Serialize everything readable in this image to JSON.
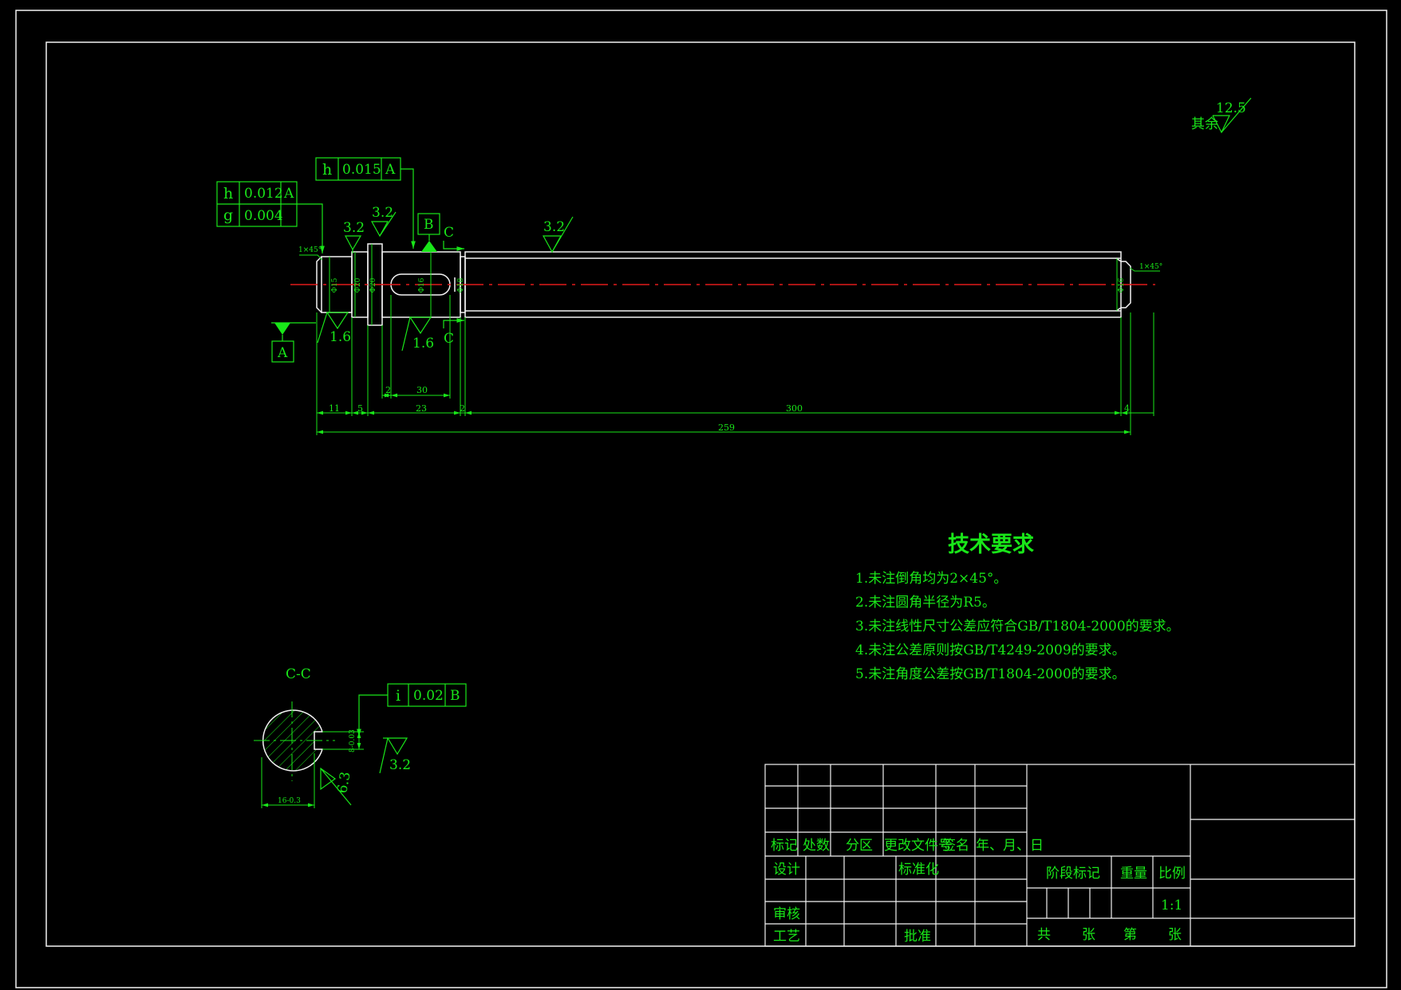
{
  "colors": {
    "lines": "#19e619",
    "outline": "#f2f2f2",
    "centerline": "#e11a1a",
    "background": "#000000"
  },
  "roughness": {
    "general_label": "其余",
    "general_value": "12.5",
    "top_left_a": "3.2",
    "top_left_b": "3.2",
    "main_shaft": "3.2",
    "bottom_left": "1.6",
    "bottom_mid": "1.6",
    "section_right": "3.2",
    "section_bottom": "6.3"
  },
  "tolerance_frames": {
    "frame1_row1_symbol": "h",
    "frame1_row1_value": "0.012",
    "frame1_row1_datum": "A",
    "frame1_row2_symbol": "g",
    "frame1_row2_value": "0.004",
    "frame2_symbol": "h",
    "frame2_value": "0.015",
    "frame2_datum": "A",
    "frame3_symbol": "i",
    "frame3_value": "0.02",
    "frame3_datum": "B"
  },
  "datums": {
    "a": "A",
    "b": "B"
  },
  "section_marks": {
    "top": "C",
    "bottom": "C",
    "view_label": "C-C"
  },
  "chamfers": {
    "left": "1×45°",
    "right": "1×45°"
  },
  "diameters": {
    "d1": "Φ15",
    "d2": "Φ20",
    "d3": "Φ20",
    "d4": "Φ16",
    "d5": "Φ18",
    "d6": "Φ16"
  },
  "dimensions": {
    "d11": "11",
    "d5": "5",
    "d2a": "2",
    "d30": "30",
    "d23": "23",
    "d2b": "2",
    "d300": "300",
    "d4": "4",
    "d259": "259"
  },
  "section_dims": {
    "keyway_depth": "8-0.03",
    "width": "16-0.3"
  },
  "requirements": {
    "title": "技术要求",
    "items": [
      "1.未注倒角均为2×45°。",
      "2.未注圆角半径为R5。",
      "3.未注线性尺寸公差应符合GB/T1804-2000的要求。",
      "4.未注公差原则按GB/T4249-2009的要求。",
      "5.未注角度公差按GB/T1804-2000的要求。"
    ]
  },
  "title_block": {
    "mark": "标记",
    "count": "处数",
    "zone": "分区",
    "change_doc": "更改文件号",
    "sign": "签名",
    "date": "年、月、日",
    "design": "设计",
    "standard": "标准化",
    "review": "审核",
    "process": "工艺",
    "approve": "批准",
    "stage_mark": "阶段标记",
    "weight": "重量",
    "scale": "比例",
    "scale_value": "1:1",
    "total": "共",
    "sheet_unit1": "张",
    "sheet_no": "第",
    "sheet_unit2": "张"
  }
}
